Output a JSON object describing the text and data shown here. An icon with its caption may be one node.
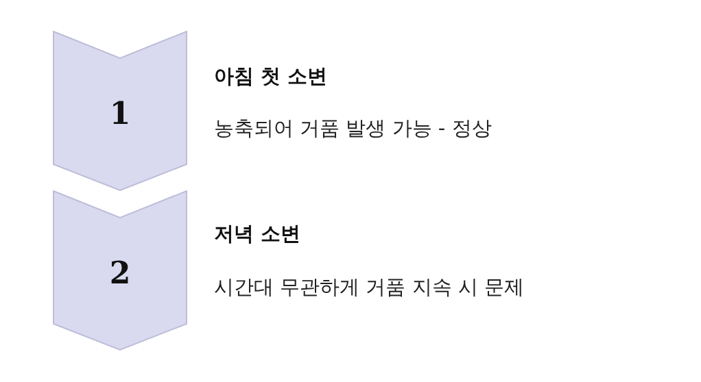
{
  "diagram": {
    "nodes": [
      {
        "text": [
          "1"
        ],
        "beside": [
          "아침 첫 소변",
          "농축되어 거품 발생 가능 - 정상"
        ]
      },
      {
        "text": [
          "2"
        ],
        "beside": [
          "저녁 소변",
          "시간대 무관하게 거품 지속 시 문제"
        ]
      }
    ]
  }
}
